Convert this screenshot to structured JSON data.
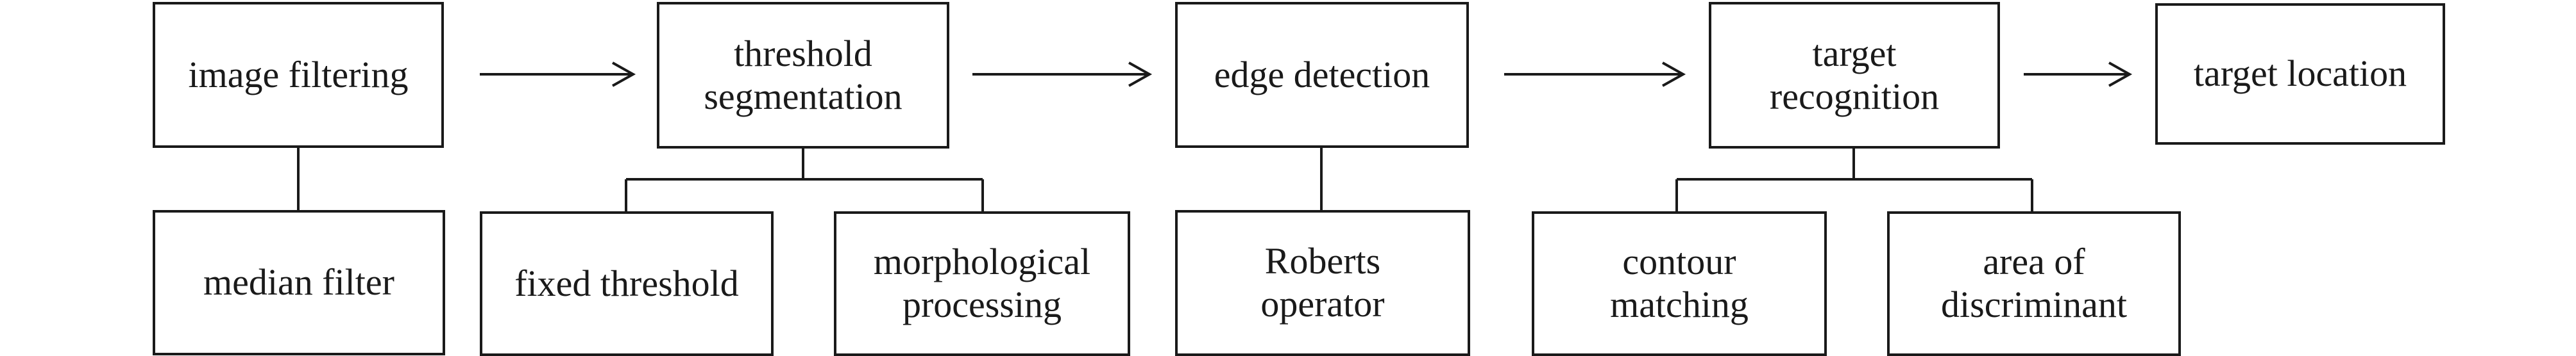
{
  "steps": {
    "image_filtering": "image filtering",
    "threshold_segmentation": [
      "threshold",
      "segmentation"
    ],
    "edge_detection": "edge detection",
    "target_recognition": [
      "target",
      "recognition"
    ],
    "target_location": "target location"
  },
  "methods": {
    "median_filter": "median filter",
    "fixed_threshold": "fixed threshold",
    "morphological_processing": [
      "morphological",
      "processing"
    ],
    "roberts_operator": [
      "Roberts",
      "operator"
    ],
    "contour_matching": [
      "contour",
      "matching"
    ],
    "area_of_discriminant": [
      "area of",
      "discriminant"
    ]
  }
}
